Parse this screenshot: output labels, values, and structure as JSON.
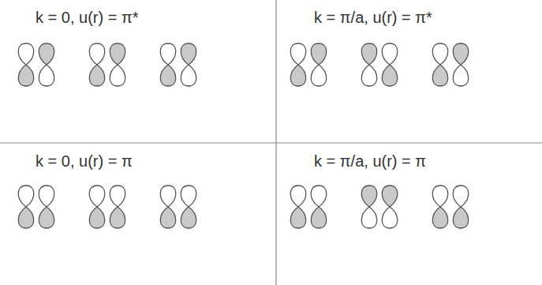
{
  "diagram": {
    "labels": [
      "k = 0, u(r) = π*",
      "k = π/a, u(r) = π*",
      "k = 0, u(r) = π",
      "k = π/a, u(r) = π"
    ]
  }
}
